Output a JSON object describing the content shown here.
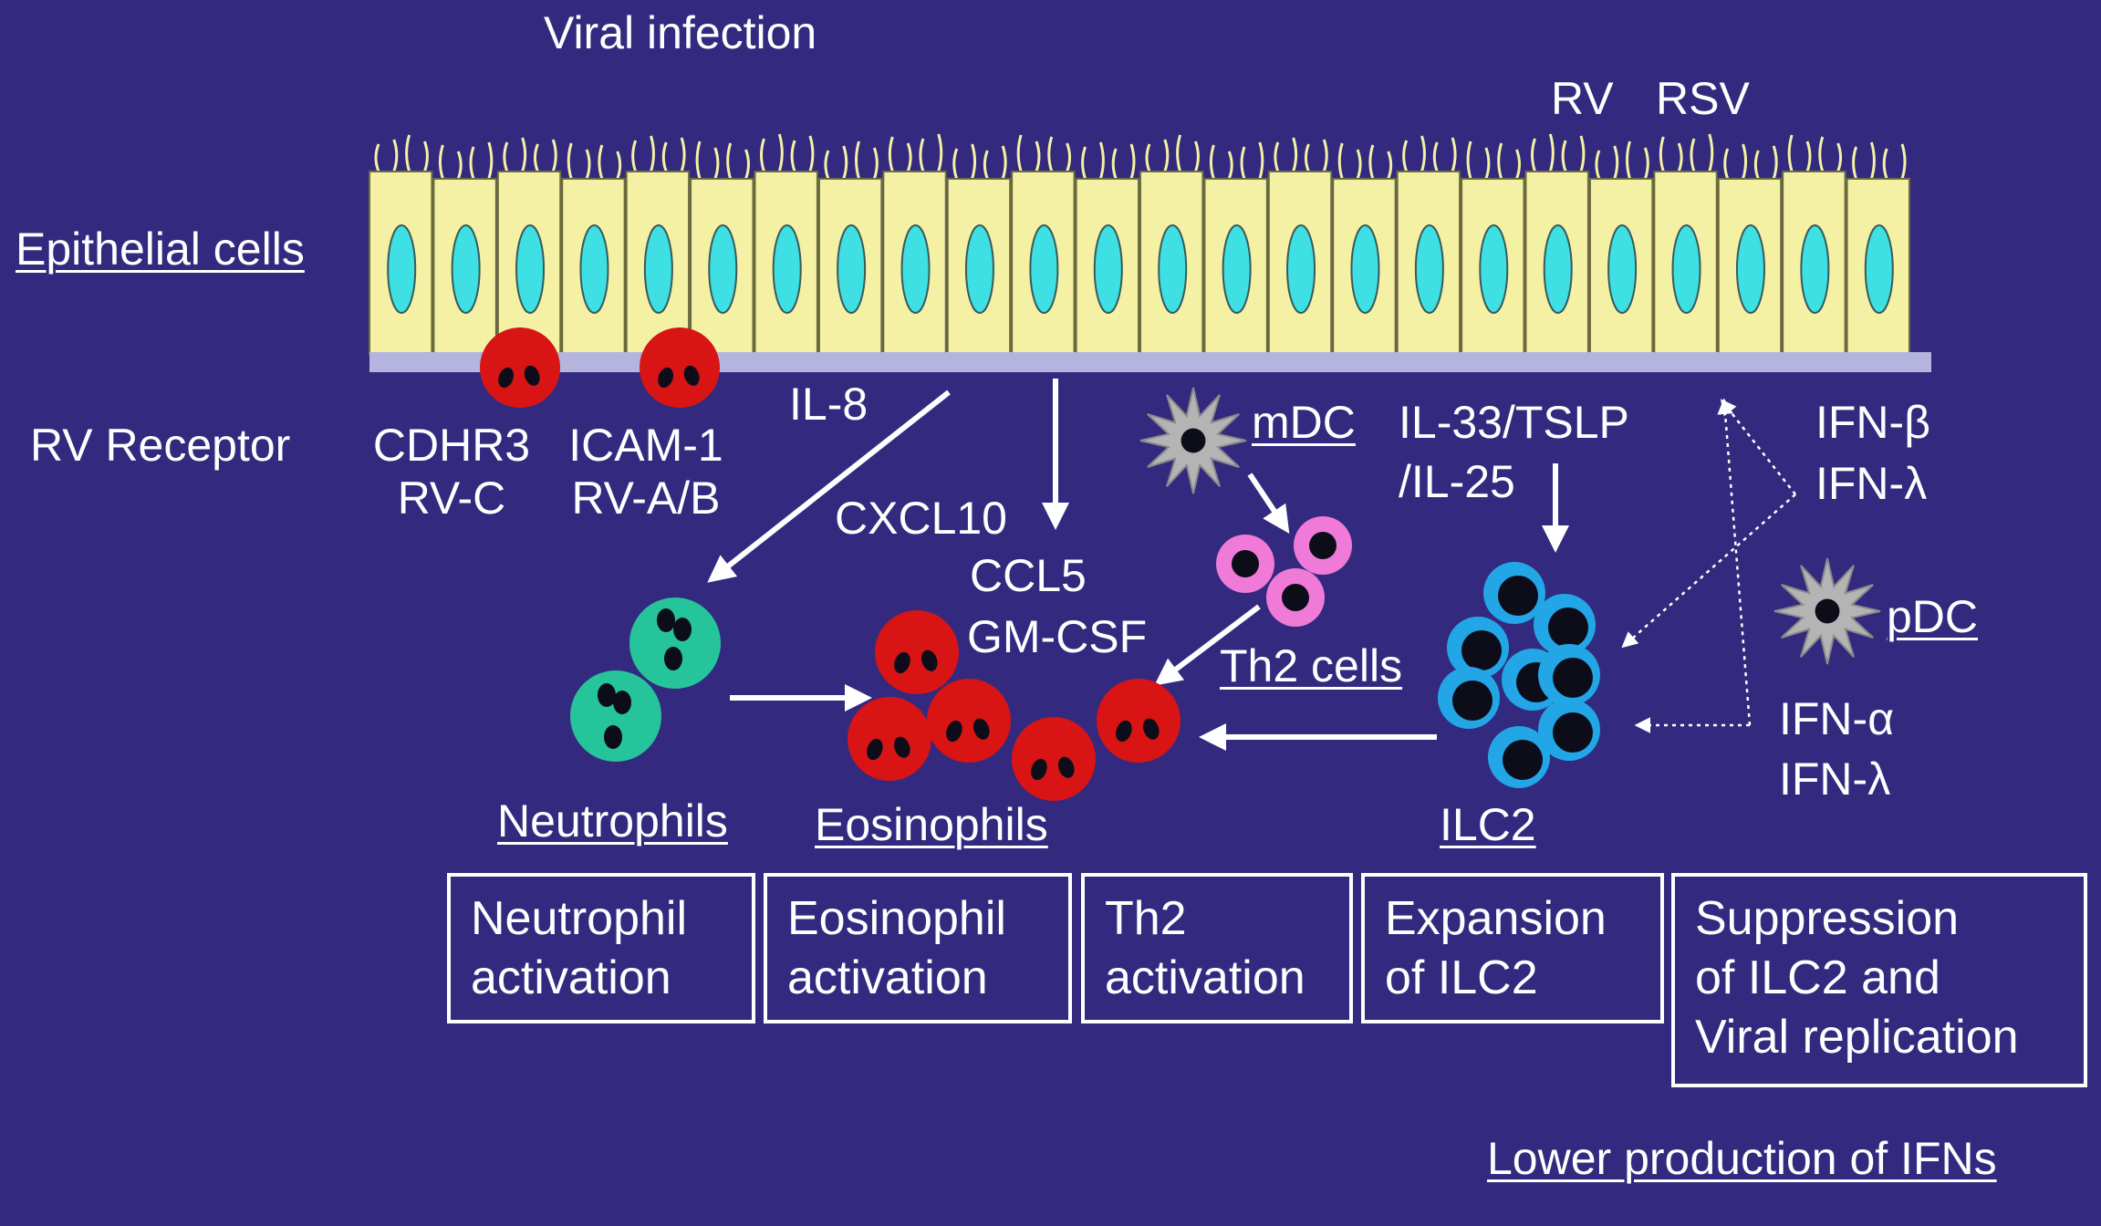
{
  "colors": {
    "background": "#332a7f",
    "epithelial_cell": "#f4f1a4",
    "nucleus": "#3ee0e3",
    "basement_membrane": "#b4b4de",
    "eosinophil": "#d81414",
    "neutrophil": "#26c49a",
    "th2_ring": "#f07ad8",
    "ilc2_ring": "#22a6e6",
    "dendritic_cell": "#b4b4b4",
    "arrow": "#ffffff"
  },
  "title": "Viral infection",
  "viruses": {
    "rv": "RV",
    "rsv": "RSV"
  },
  "epithelial_label": "Epithelial cells",
  "receptor_label": "RV Receptor",
  "receptors": [
    {
      "name": "CDHR3",
      "virus": "RV-C"
    },
    {
      "name": "ICAM-1",
      "virus": "RV-A/B"
    }
  ],
  "mediators": {
    "il8": "IL-8",
    "cxcl10": "CXCL10",
    "ccl5": "CCL5",
    "gmcsf": "GM-CSF",
    "il33": "IL-33/TSLP",
    "il25": "/IL-25",
    "ifn_beta": "IFN-β",
    "ifn_lambda_1": "IFN-λ",
    "ifn_alpha": "IFN-α",
    "ifn_lambda_2": "IFN-λ"
  },
  "cells": {
    "mdc": "mDC",
    "pdc": "pDC",
    "th2": "Th2 cells",
    "neutrophils": "Neutrophils",
    "eosinophils": "Eosinophils",
    "ilc2": "ILC2"
  },
  "outcomes": [
    {
      "lines": [
        "Neutrophil",
        "activation"
      ]
    },
    {
      "lines": [
        "Eosinophil",
        "activation"
      ]
    },
    {
      "lines": [
        "Th2",
        "activation"
      ]
    },
    {
      "lines": [
        "Expansion",
        "of ILC2"
      ]
    },
    {
      "lines": [
        "Suppression",
        "of ILC2 and",
        "Viral replication"
      ]
    }
  ],
  "footer": "Lower production of IFNs"
}
